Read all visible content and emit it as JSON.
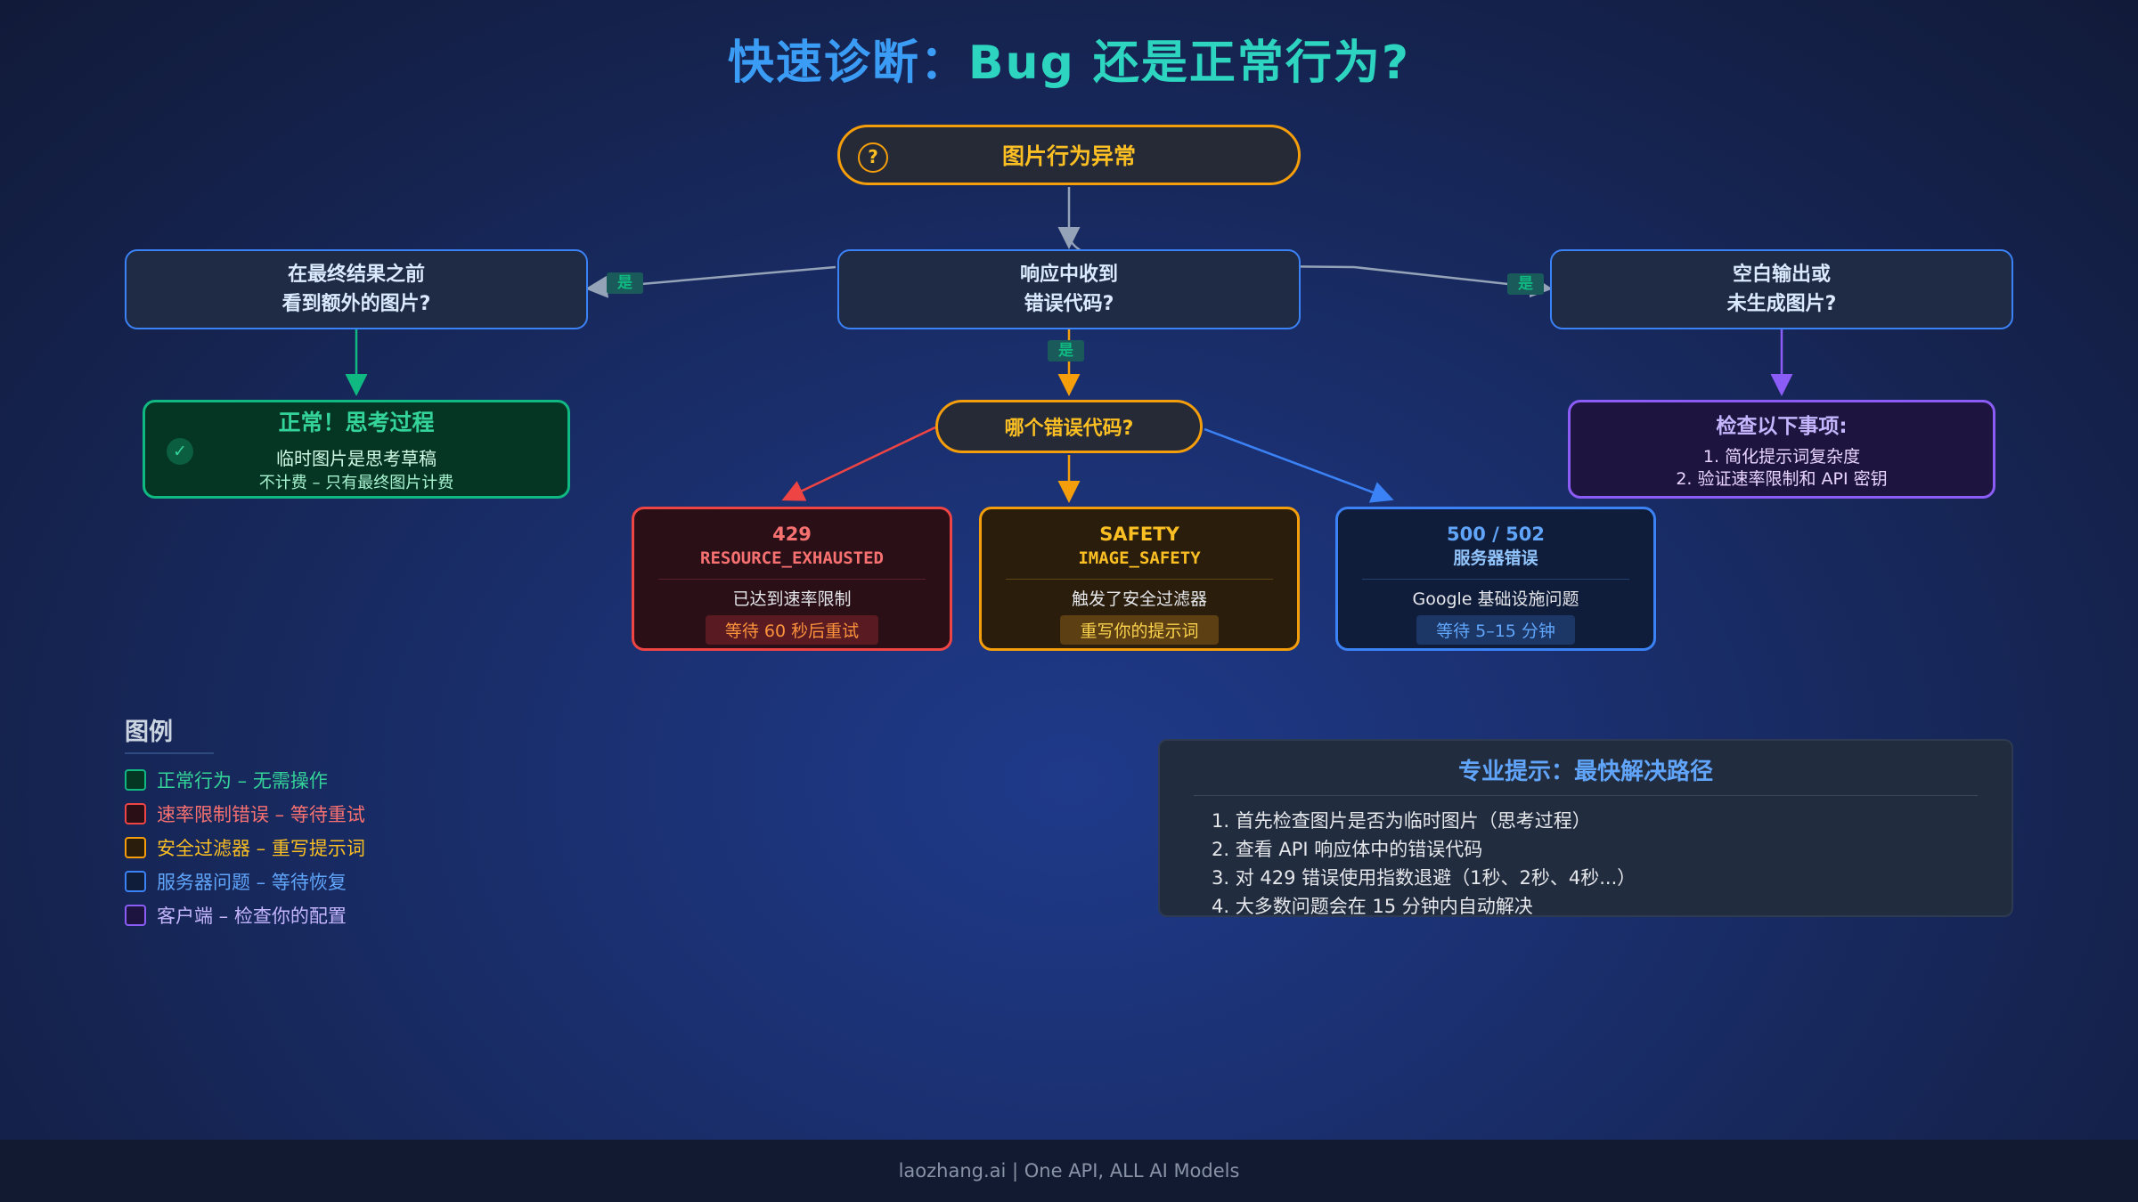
{
  "title": {
    "part1": "快速诊断：",
    "part2": "Bug 还是正常行为?"
  },
  "start_node": {
    "label": "图片行为异常",
    "icon": "question-icon",
    "icon_glyph": "?"
  },
  "questions": {
    "extra_images": {
      "line1": "在最终结果之前",
      "line2": "看到额外的图片?"
    },
    "error_code": {
      "line1": "响应中收到",
      "line2": "错误代码?"
    },
    "blank_output": {
      "line1": "空白输出或",
      "line2": "未生成图片?"
    }
  },
  "yes_label": "是",
  "which_code": "哪个错误代码?",
  "normal_result": {
    "title": "正常！思考过程",
    "line1": "临时图片是思考草稿",
    "line2": "不计费 – 只有最终图片计费",
    "icon": "check-icon",
    "icon_glyph": "✓"
  },
  "check_result": {
    "title": "检查以下事项:",
    "line1": "1. 简化提示词复杂度",
    "line2": "2. 验证速率限制和 API 密钥"
  },
  "errors": {
    "e429": {
      "code": "429",
      "name": "RESOURCE_EXHAUSTED",
      "desc": "已达到速率限制",
      "action": "等待 60 秒后重试"
    },
    "safety": {
      "code": "SAFETY",
      "name": "IMAGE_SAFETY",
      "desc": "触发了安全过滤器",
      "action": "重写你的提示词"
    },
    "e500": {
      "code": "500 / 502",
      "name": "服务器错误",
      "desc": "Google 基础设施问题",
      "action": "等待 5–15 分钟"
    }
  },
  "legend": {
    "title": "图例",
    "items": [
      {
        "label": "正常行为 – 无需操作",
        "color": "#10b981",
        "fill": "#053624",
        "text": "#34d399"
      },
      {
        "label": "速率限制错误 – 等待重试",
        "color": "#ef4444",
        "fill": "#2a0f17",
        "text": "#f87171"
      },
      {
        "label": "安全过滤器 – 重写提示词",
        "color": "#f59e0b",
        "fill": "#2a1d0c",
        "text": "#fbbf24"
      },
      {
        "label": "服务器问题 – 等待恢复",
        "color": "#3b82f6",
        "fill": "#0f1c3a",
        "text": "#60a5fa"
      },
      {
        "label": "客户端 – 检查你的配置",
        "color": "#8b5cf6",
        "fill": "#1e1440",
        "text": "#c4b5fd"
      }
    ]
  },
  "tip": {
    "title": "专业提示：最快解决路径",
    "items": [
      "1. 首先检查图片是否为临时图片（思考过程）",
      "2. 查看 API 响应体中的错误代码",
      "3. 对 429 错误使用指数退避（1秒、2秒、4秒...）",
      "4. 大多数问题会在 15 分钟内自动解决"
    ]
  },
  "footer": "laozhang.ai | One API, ALL AI Models"
}
